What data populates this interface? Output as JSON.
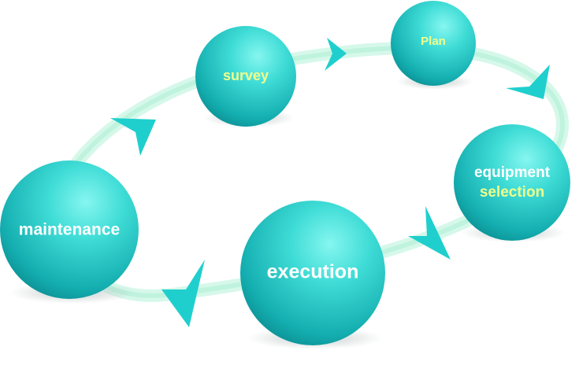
{
  "nodes": [
    {
      "id": "survey",
      "lines": [
        {
          "text": "survey",
          "color": "#f1ff8a"
        }
      ]
    },
    {
      "id": "plan",
      "lines": [
        {
          "text": "Plan",
          "color": "#f1ff8a"
        }
      ]
    },
    {
      "id": "equipment-selection",
      "lines": [
        {
          "text": "equipment",
          "color": "#ffffff"
        },
        {
          "text": "selection",
          "color": "#f1ff8a"
        }
      ]
    },
    {
      "id": "execution",
      "lines": [
        {
          "text": "execution",
          "color": "#ffffff"
        }
      ]
    },
    {
      "id": "maintenance",
      "lines": [
        {
          "text": "maintenance",
          "color": "#ffffff"
        }
      ]
    }
  ],
  "colors": {
    "sphere_light": "#7ef3ee",
    "sphere_mid": "#25c9c4",
    "sphere_dark": "#0a8f92",
    "ring": "#c9f6e4",
    "arrow": "#1ad0cf"
  }
}
